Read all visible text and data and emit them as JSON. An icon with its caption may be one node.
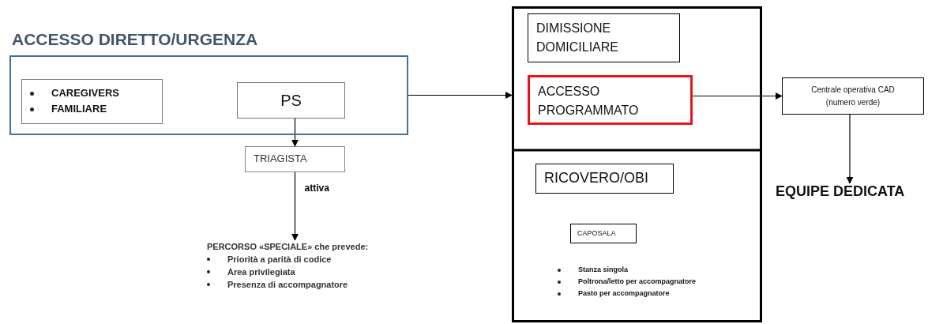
{
  "diagram": {
    "nodes": [
      {
        "text": [
          "ACCESSO DIRETTO/URGENZA"
        ]
      },
      {
        "text": [
          "CAREGIVERS",
          "FAMILIARE"
        ],
        "in": 0
      },
      {
        "text": [
          "PS"
        ],
        "in": 0
      },
      {
        "text": [
          "TRIAGISTA"
        ]
      },
      {
        "text": [
          "PERCORSO «SPECIALE» che prevede:",
          "Priorità a parità di codice",
          "Area privilegiata",
          "Presenza di accompagnatore"
        ]
      },
      {
        "text": [],
        "shape": "box"
      },
      {
        "text": [
          "DIMISSIONE DOMICILIARE"
        ],
        "in": 5
      },
      {
        "text": [
          "ACCESSO PROGRAMMATO"
        ],
        "in": 5
      },
      {
        "text": [
          "RICOVERO/OBI"
        ],
        "in": 5
      },
      {
        "text": [
          "CAPOSALA"
        ],
        "in": 5
      },
      {
        "text": [
          "Stanza singola",
          "Poltrona/letto per accompagnatore",
          "Pasto per accompagnatore"
        ],
        "in": 5
      },
      {
        "text": [
          "Centrale operativa CAD (numero verde)"
        ]
      },
      {
        "text": [
          "EQUIPE DEDICATA"
        ]
      }
    ],
    "edges": [
      {
        "from": 2,
        "to": 3,
        "arrow": "to"
      },
      {
        "from": 3,
        "to": 4,
        "arrow": "to",
        "label": "attiva"
      },
      {
        "from": 0,
        "to": 5,
        "arrow": "to"
      },
      {
        "from": 7,
        "to": 11,
        "arrow": "to"
      },
      {
        "from": 11,
        "to": 12,
        "arrow": "to"
      }
    ]
  }
}
